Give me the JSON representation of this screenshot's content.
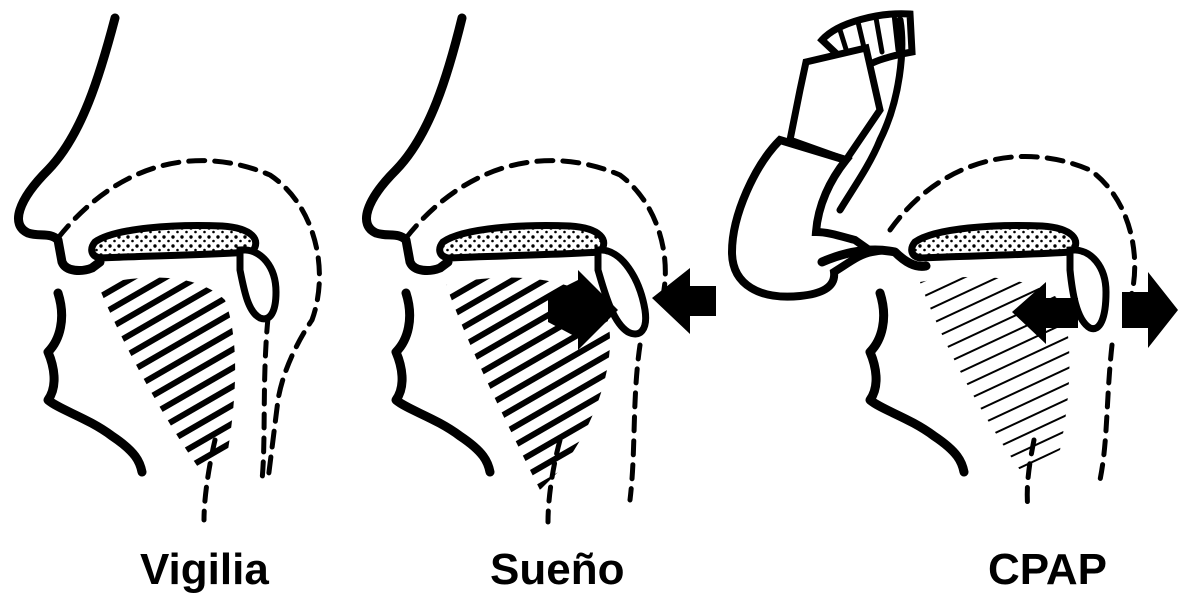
{
  "panels": [
    {
      "caption": "Vigilia"
    },
    {
      "caption": "Sueño"
    },
    {
      "caption": "CPAP"
    }
  ],
  "colors": {
    "ink": "#000000",
    "background": "#ffffff"
  }
}
